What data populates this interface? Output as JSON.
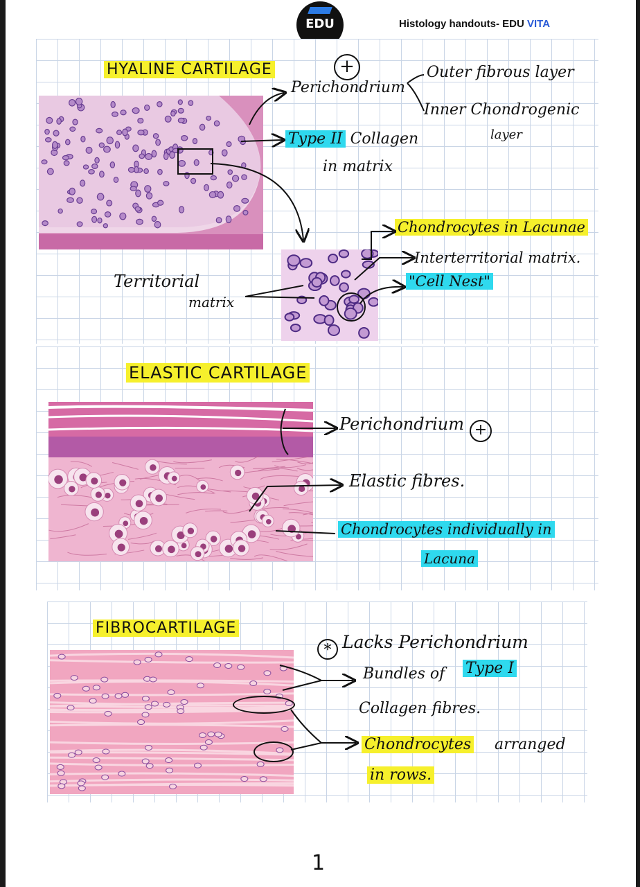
{
  "header": {
    "logo_text": "EDU",
    "title_prefix": "Histology handouts- EDU ",
    "title_accent": "VITA",
    "accent_color": "#2a5bd7"
  },
  "hyaline": {
    "heading": "HYALINE CARTILAGE",
    "plus": "+",
    "perichondrium": "Perichondrium",
    "outer": "Outer fibrous layer",
    "inner": "Inner Chondrogenic",
    "inner2": "layer",
    "collagen1": "Type II",
    "collagen2": "Collagen",
    "collagen3": "in matrix",
    "chondro": "Chondrocytes in Lacunae",
    "interterritorial": "Interterritorial matrix.",
    "cellnest": "\"Cell Nest\"",
    "territorial1": "Territorial",
    "territorial2": "matrix"
  },
  "elastic": {
    "heading": "ELASTIC CARTILAGE",
    "perichondrium": "Perichondrium",
    "plus": "+",
    "fibres": "Elastic fibres.",
    "chondro1": "Chondrocytes individually in",
    "chondro2": "Lacuna"
  },
  "fibro": {
    "heading": "FIBROCARTILAGE",
    "star": "*",
    "lacks": "Lacks Perichondrium",
    "bundles": "Bundles of",
    "type1": "Type I",
    "collagen": "Collagen fibres.",
    "chondro": "Chondrocytes",
    "arranged": "arranged",
    "rows": "in rows."
  },
  "colors": {
    "highlight_yellow": "#f6f02c",
    "highlight_cyan": "#2fd9ee",
    "tissue_pink": "#e98cb4",
    "tissue_purple": "#8a4c9e"
  },
  "page_number": "1"
}
